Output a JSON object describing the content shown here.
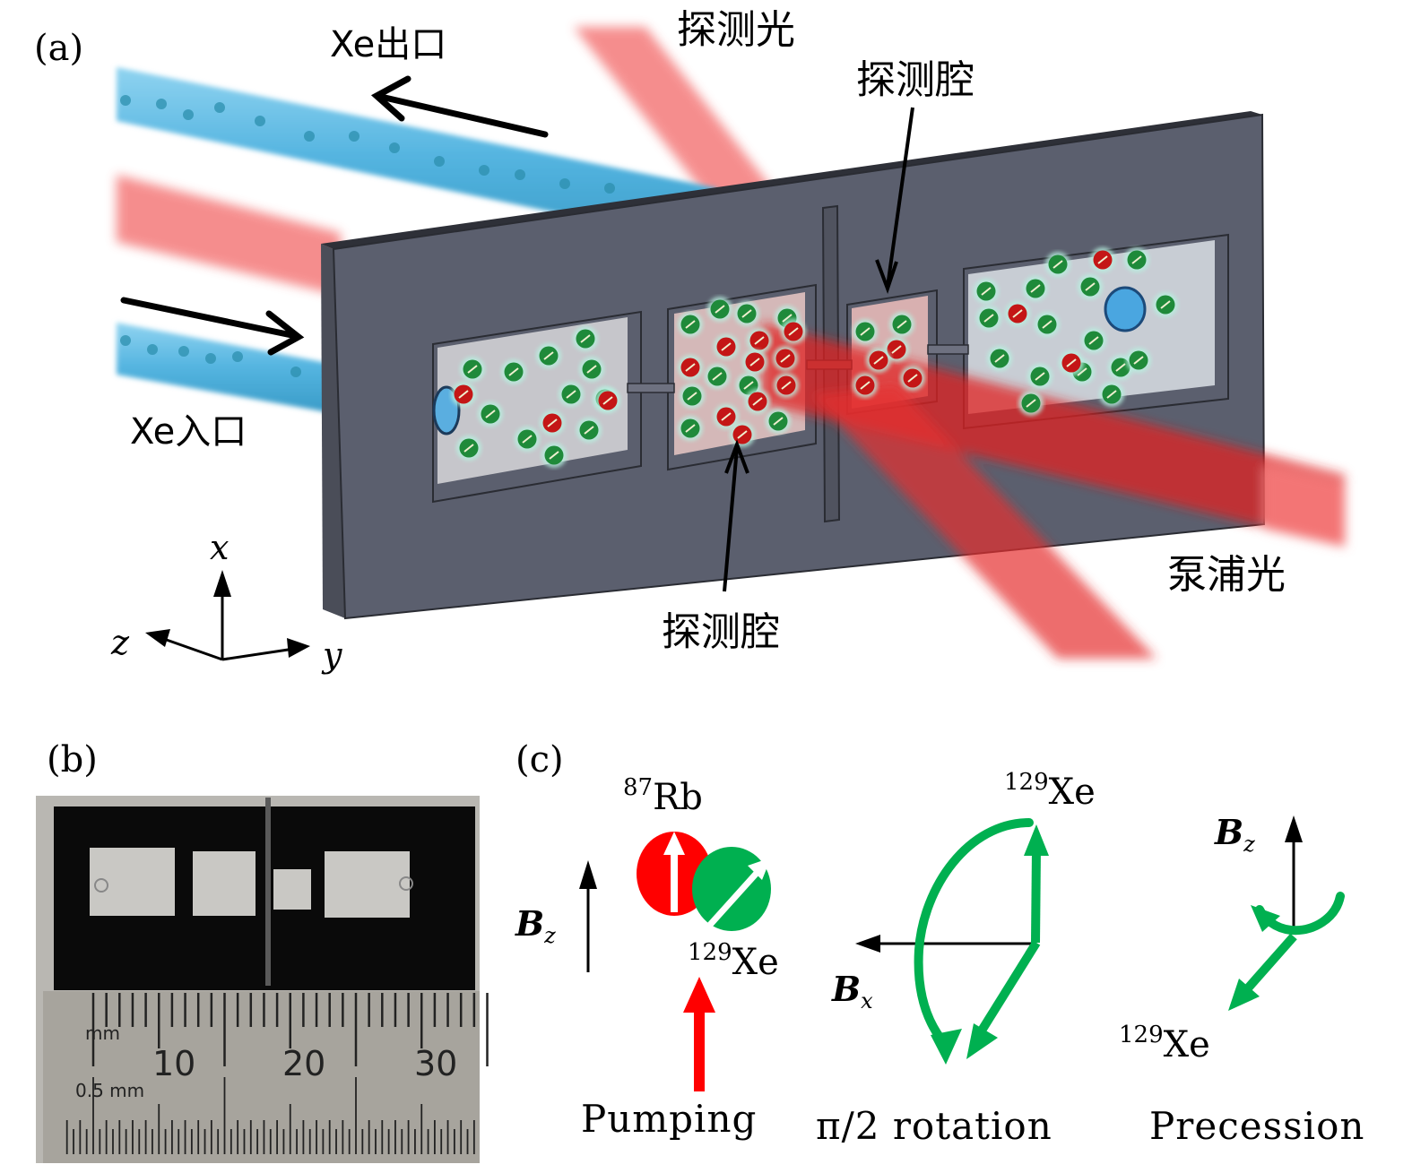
{
  "panel_a": {
    "label": "(a)",
    "xe_outlet": "Xe出口",
    "xe_inlet": "Xe入口",
    "probe_light": "探测光",
    "probe_cavity_top": "探测腔",
    "probe_cavity_bottom": "探测腔",
    "pump_light": "泵浦光",
    "axes": {
      "x": "x",
      "y": "y",
      "z": "z"
    },
    "colors": {
      "chip": "#5b5f6e",
      "chip_edge": "#3a3d48",
      "window": "#c4c4c8",
      "gas_tube": "#5bb8e0",
      "beam": "#f27272",
      "beam_core": "#e01818",
      "xe_atom": "#1f8a3a",
      "rb_atom": "#c41616"
    }
  },
  "panel_b": {
    "label": "(b)",
    "ruler_unit_top": "mm",
    "ruler_unit_bottom": "0.5 mm",
    "ruler_numbers": [
      "10",
      "20",
      "30"
    ]
  },
  "panel_c": {
    "label": "(c)",
    "rb_mass": "87",
    "rb_symbol": "Rb",
    "xe_mass": "129",
    "xe_symbol": "Xe",
    "field_z": "B",
    "field_z_sub": "z",
    "field_x": "B",
    "field_x_sub": "x",
    "steps": [
      "Pumping",
      "π/2 rotation",
      "Precession"
    ],
    "colors": {
      "rb": "#ff0000",
      "xe": "#00b050",
      "pump_arrow": "#ff0000",
      "spin_arrow": "#00b050"
    }
  }
}
